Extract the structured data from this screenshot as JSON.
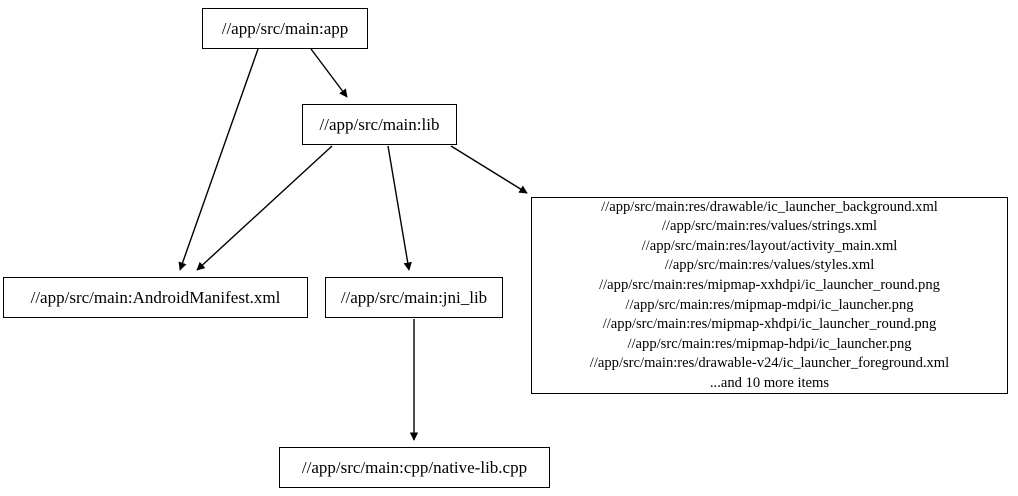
{
  "graph": {
    "type": "directed-dependency-graph",
    "background_color": "#ffffff",
    "node_border_color": "#000000",
    "edge_color": "#000000",
    "text_color": "#000000",
    "nodes": [
      {
        "id": "app",
        "label": "//app/src/main:app"
      },
      {
        "id": "lib",
        "label": "//app/src/main:lib"
      },
      {
        "id": "manifest",
        "label": "//app/src/main:AndroidManifest.xml"
      },
      {
        "id": "jni_lib",
        "label": "//app/src/main:jni_lib"
      },
      {
        "id": "native_lib",
        "label": "//app/src/main:cpp/native-lib.cpp"
      },
      {
        "id": "resources",
        "lines": [
          "//app/src/main:res/drawable/ic_launcher_background.xml",
          "//app/src/main:res/values/strings.xml",
          "//app/src/main:res/layout/activity_main.xml",
          "//app/src/main:res/values/styles.xml",
          "//app/src/main:res/mipmap-xxhdpi/ic_launcher_round.png",
          "//app/src/main:res/mipmap-mdpi/ic_launcher.png",
          "//app/src/main:res/mipmap-xhdpi/ic_launcher_round.png",
          "//app/src/main:res/mipmap-hdpi/ic_launcher.png",
          "//app/src/main:res/drawable-v24/ic_launcher_foreground.xml",
          "...and 10 more items"
        ]
      }
    ],
    "edges": [
      {
        "from": "app",
        "to": "manifest"
      },
      {
        "from": "app",
        "to": "lib"
      },
      {
        "from": "lib",
        "to": "manifest"
      },
      {
        "from": "lib",
        "to": "jni_lib"
      },
      {
        "from": "lib",
        "to": "resources"
      },
      {
        "from": "jni_lib",
        "to": "native_lib"
      }
    ]
  }
}
